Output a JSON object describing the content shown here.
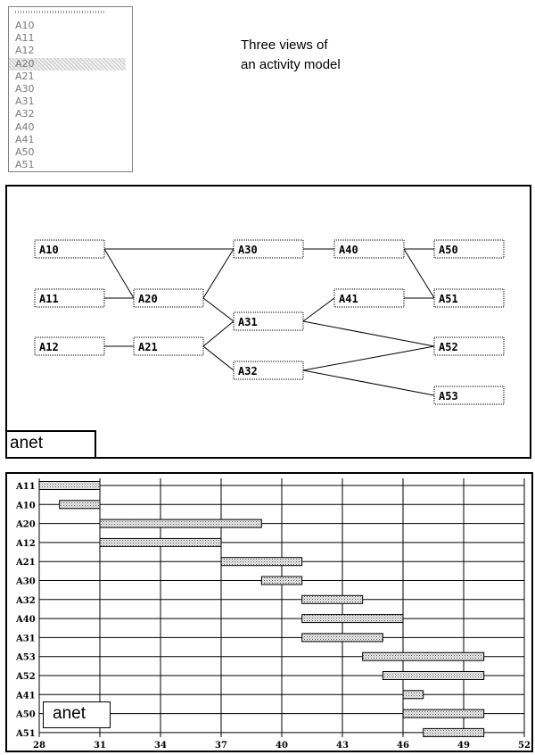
{
  "activity_list": {
    "items": [
      "A10",
      "A11",
      "A12",
      "A20",
      "A21",
      "A30",
      "A31",
      "A32",
      "A40",
      "A41",
      "A50",
      "A51"
    ],
    "selected_index": 3
  },
  "caption": {
    "line1": "Three views of",
    "line2": "an activity model"
  },
  "network": {
    "label": "anet",
    "nodes": [
      "A10",
      "A11",
      "A12",
      "A20",
      "A21",
      "A30",
      "A31",
      "A32",
      "A40",
      "A41",
      "A50",
      "A51",
      "A52",
      "A53"
    ],
    "edges": [
      [
        "A10",
        "A20"
      ],
      [
        "A10",
        "A30"
      ],
      [
        "A11",
        "A20"
      ],
      [
        "A12",
        "A21"
      ],
      [
        "A20",
        "A30"
      ],
      [
        "A20",
        "A31"
      ],
      [
        "A21",
        "A31"
      ],
      [
        "A21",
        "A32"
      ],
      [
        "A30",
        "A40"
      ],
      [
        "A31",
        "A41"
      ],
      [
        "A31",
        "A52"
      ],
      [
        "A32",
        "A52"
      ],
      [
        "A32",
        "A53"
      ],
      [
        "A40",
        "A50"
      ],
      [
        "A40",
        "A51"
      ],
      [
        "A41",
        "A51"
      ]
    ]
  },
  "gantt": {
    "label": "anet",
    "x_ticks": [
      "28",
      "31",
      "34",
      "37",
      "40",
      "43",
      "46",
      "49",
      "52"
    ],
    "xlim": [
      28,
      52
    ],
    "rows": [
      {
        "name": "A11",
        "start": 28,
        "end": 31
      },
      {
        "name": "A10",
        "start": 29,
        "end": 31
      },
      {
        "name": "A20",
        "start": 31,
        "end": 39
      },
      {
        "name": "A12",
        "start": 31,
        "end": 37
      },
      {
        "name": "A21",
        "start": 37,
        "end": 41
      },
      {
        "name": "A30",
        "start": 39,
        "end": 41
      },
      {
        "name": "A32",
        "start": 41,
        "end": 44
      },
      {
        "name": "A40",
        "start": 41,
        "end": 46
      },
      {
        "name": "A31",
        "start": 41,
        "end": 45
      },
      {
        "name": "A53",
        "start": 44,
        "end": 50
      },
      {
        "name": "A52",
        "start": 45,
        "end": 50
      },
      {
        "name": "A41",
        "start": 46,
        "end": 47
      },
      {
        "name": "A50",
        "start": 46,
        "end": 50
      },
      {
        "name": "A51",
        "start": 47,
        "end": 50
      }
    ]
  }
}
